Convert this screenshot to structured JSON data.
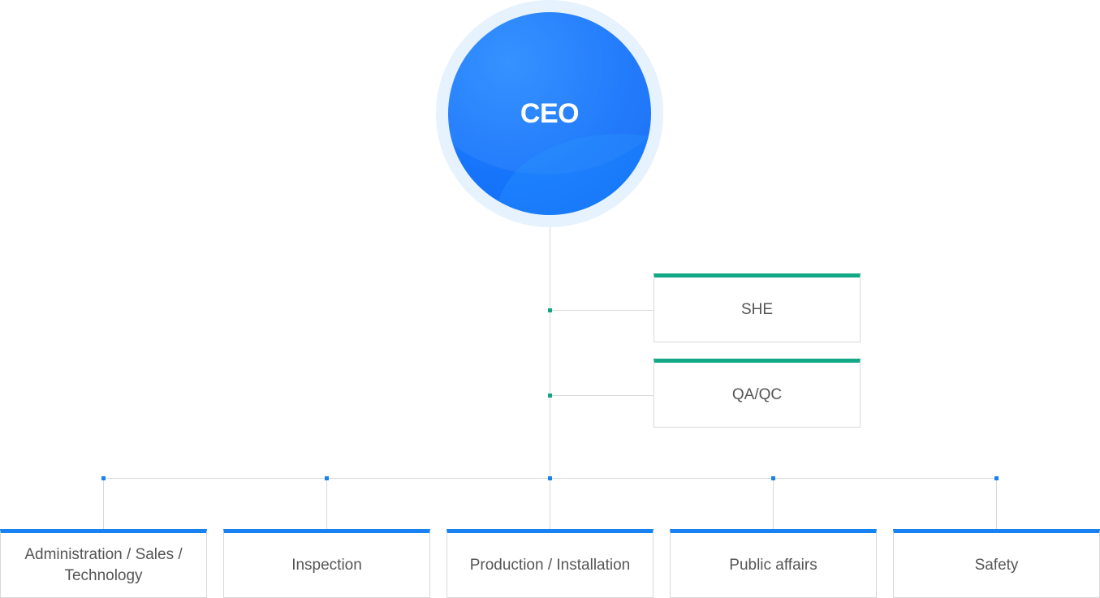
{
  "ceo": {
    "label": "CEO"
  },
  "staff_units": [
    {
      "label": "SHE"
    },
    {
      "label": "QA/QC"
    }
  ],
  "departments": [
    {
      "label": "Administration / Sales / Technology"
    },
    {
      "label": "Inspection"
    },
    {
      "label": "Production / Installation"
    },
    {
      "label": "Public affairs"
    },
    {
      "label": "Safety"
    }
  ],
  "colors": {
    "ceo_blue": "#1674fb",
    "staff_accent": "#12a885",
    "department_accent": "#1a82f0",
    "connector": "#d9d9d9",
    "text": "#555555"
  }
}
